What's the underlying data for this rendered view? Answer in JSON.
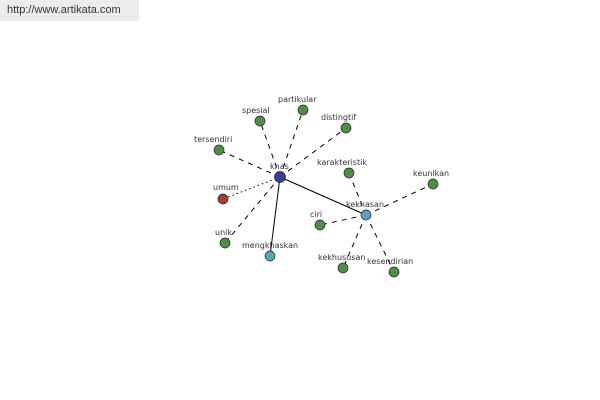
{
  "header": {
    "url": "http://www.artikata.com"
  },
  "graph": {
    "nodes": [
      {
        "id": "khas",
        "label": "khas",
        "color": "#3a3f9a"
      },
      {
        "id": "kekhasan",
        "label": "kekhasan",
        "color": "#5aa4b6"
      },
      {
        "id": "mengkhaskan",
        "label": "mengkhaskan",
        "color": "#5aa4b6"
      },
      {
        "id": "umum",
        "label": "umum",
        "color": "#a83a3a"
      },
      {
        "id": "spesial",
        "label": "spesial",
        "color": "#4f8f45"
      },
      {
        "id": "partikular",
        "label": "partikular",
        "color": "#4f8f45"
      },
      {
        "id": "distingtif",
        "label": "distingtif",
        "color": "#4f8f45"
      },
      {
        "id": "tersendiri",
        "label": "tersendiri",
        "color": "#4f8f45"
      },
      {
        "id": "unik",
        "label": "unik",
        "color": "#4f8f45"
      },
      {
        "id": "karakteristik",
        "label": "karakteristik",
        "color": "#4f8f45"
      },
      {
        "id": "keunikan",
        "label": "keunikan",
        "color": "#4f8f45"
      },
      {
        "id": "ciri",
        "label": "ciri",
        "color": "#4f8f45"
      },
      {
        "id": "kekhususan",
        "label": "kekhususan",
        "color": "#4f8f45"
      },
      {
        "id": "kesendirian",
        "label": "kesendirian",
        "color": "#4f8f45"
      }
    ],
    "edges": [
      {
        "from": "khas",
        "to": "kekhasan",
        "style": "solid"
      },
      {
        "from": "khas",
        "to": "mengkhaskan",
        "style": "solid"
      },
      {
        "from": "khas",
        "to": "umum",
        "style": "dotted"
      },
      {
        "from": "khas",
        "to": "spesial",
        "style": "dashed"
      },
      {
        "from": "khas",
        "to": "partikular",
        "style": "dashed"
      },
      {
        "from": "khas",
        "to": "distingtif",
        "style": "dashed"
      },
      {
        "from": "khas",
        "to": "tersendiri",
        "style": "dashed"
      },
      {
        "from": "khas",
        "to": "unik",
        "style": "dashed"
      },
      {
        "from": "kekhasan",
        "to": "karakteristik",
        "style": "dashed"
      },
      {
        "from": "kekhasan",
        "to": "keunikan",
        "style": "dashed"
      },
      {
        "from": "kekhasan",
        "to": "ciri",
        "style": "dashed"
      },
      {
        "from": "kekhasan",
        "to": "kekhususan",
        "style": "dashed"
      },
      {
        "from": "kekhasan",
        "to": "kesendirian",
        "style": "dashed"
      }
    ]
  }
}
